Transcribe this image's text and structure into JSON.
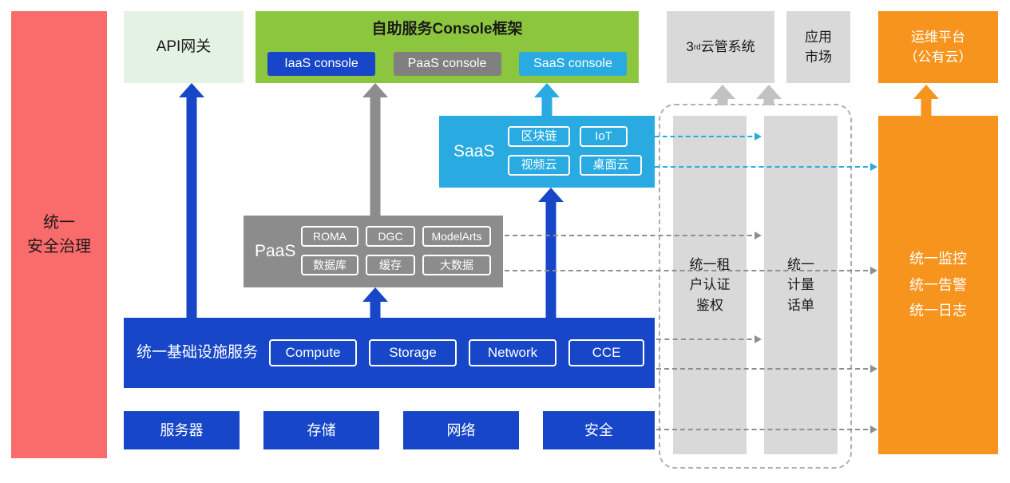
{
  "colors": {
    "red": "#FA6B6B",
    "lightgreen": "#E4F2E3",
    "green": "#8CC63F",
    "blue": "#1747C8",
    "gray": "#8C8C8C",
    "lightgray": "#D9D9D9",
    "cyan": "#29ABE2",
    "orange": "#F7941E"
  },
  "left_bar": {
    "label": "统一\n安全治理"
  },
  "api_gateway": {
    "label": "API网关"
  },
  "console": {
    "title": "自助服务Console框架",
    "items": [
      "IaaS console",
      "PaaS console",
      "SaaS console"
    ]
  },
  "top_right": {
    "cloud_mgmt": {
      "prefix": "3",
      "sup": "rd",
      "suffix": "云管系统"
    },
    "app_market": {
      "label": "应用\n市场"
    },
    "ops_platform": {
      "label": "运维平台\n（公有云）"
    }
  },
  "saas": {
    "label": "SaaS",
    "items": [
      "区块链",
      "IoT",
      "视频云",
      "桌面云"
    ]
  },
  "paas": {
    "label": "PaaS",
    "items": [
      "ROMA",
      "DGC",
      "ModelArts",
      "数据库",
      "缓存",
      "大数据"
    ]
  },
  "infra": {
    "label": "统一基础设施服务",
    "items": [
      "Compute",
      "Storage",
      "Network",
      "CCE"
    ]
  },
  "bottom": {
    "items": [
      "服务器",
      "存储",
      "网络",
      "安全"
    ]
  },
  "right_bars": {
    "auth": {
      "label": "统一租\n户认证\n鉴权"
    },
    "metering": {
      "label": "统一\n计量\n话单"
    },
    "monitoring": {
      "label": "统一监控\n统一告警\n统一日志"
    }
  }
}
